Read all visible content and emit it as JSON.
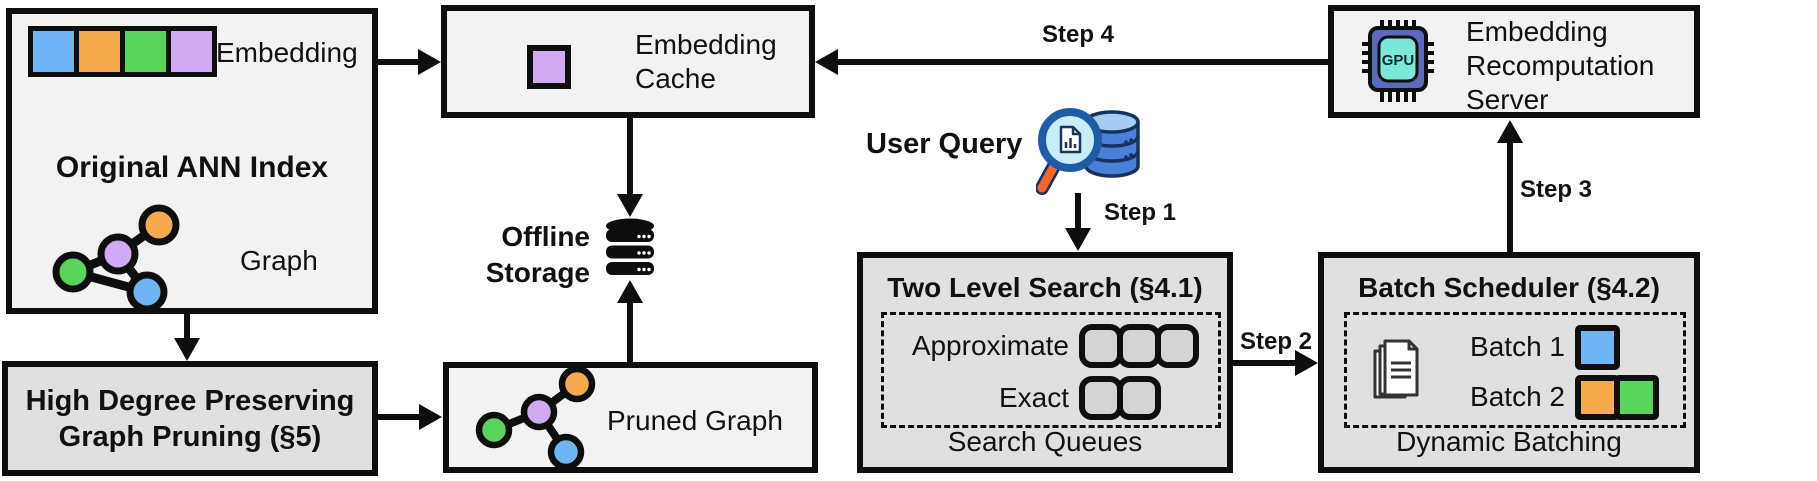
{
  "diagram": {
    "original_ann_index": {
      "title": "Original ANN Index",
      "embedding_label": "Embedding",
      "graph_label": "Graph"
    },
    "high_degree_pruning": {
      "line1": "High Degree Preserving",
      "line2": "Graph Pruning (§5)"
    },
    "embedding_cache": {
      "line1": "Embedding",
      "line2": "Cache"
    },
    "offline_storage": {
      "line1": "Offline",
      "line2": "Storage"
    },
    "pruned_graph": {
      "label": "Pruned Graph"
    },
    "user_query": {
      "label": "User Query"
    },
    "two_level_search": {
      "title": "Two Level Search (§4.1)",
      "approximate_label": "Approximate",
      "exact_label": "Exact",
      "footer": "Search Queues",
      "approximate_slot_count": 3,
      "exact_slot_count": 2
    },
    "batch_scheduler": {
      "title": "Batch Scheduler (§4.2)",
      "batch1_label": "Batch 1",
      "batch2_label": "Batch 2",
      "footer": "Dynamic Batching"
    },
    "embedding_recomputation_server": {
      "line1": "Embedding",
      "line2": "Recomputation",
      "line3": "Server"
    },
    "steps": {
      "step1": "Step 1",
      "step2": "Step 2",
      "step3": "Step 3",
      "step4": "Step 4"
    },
    "gpu_chip_label": "GPU"
  },
  "colors": {
    "blue": "#6FB5F4",
    "orange": "#F6AB4F",
    "green": "#5BD45B",
    "purple": "#D0AAF2",
    "box_light": "#F2F2F2",
    "box_gray": "#E0E0E0",
    "slot_gray": "#D4D4D4"
  }
}
